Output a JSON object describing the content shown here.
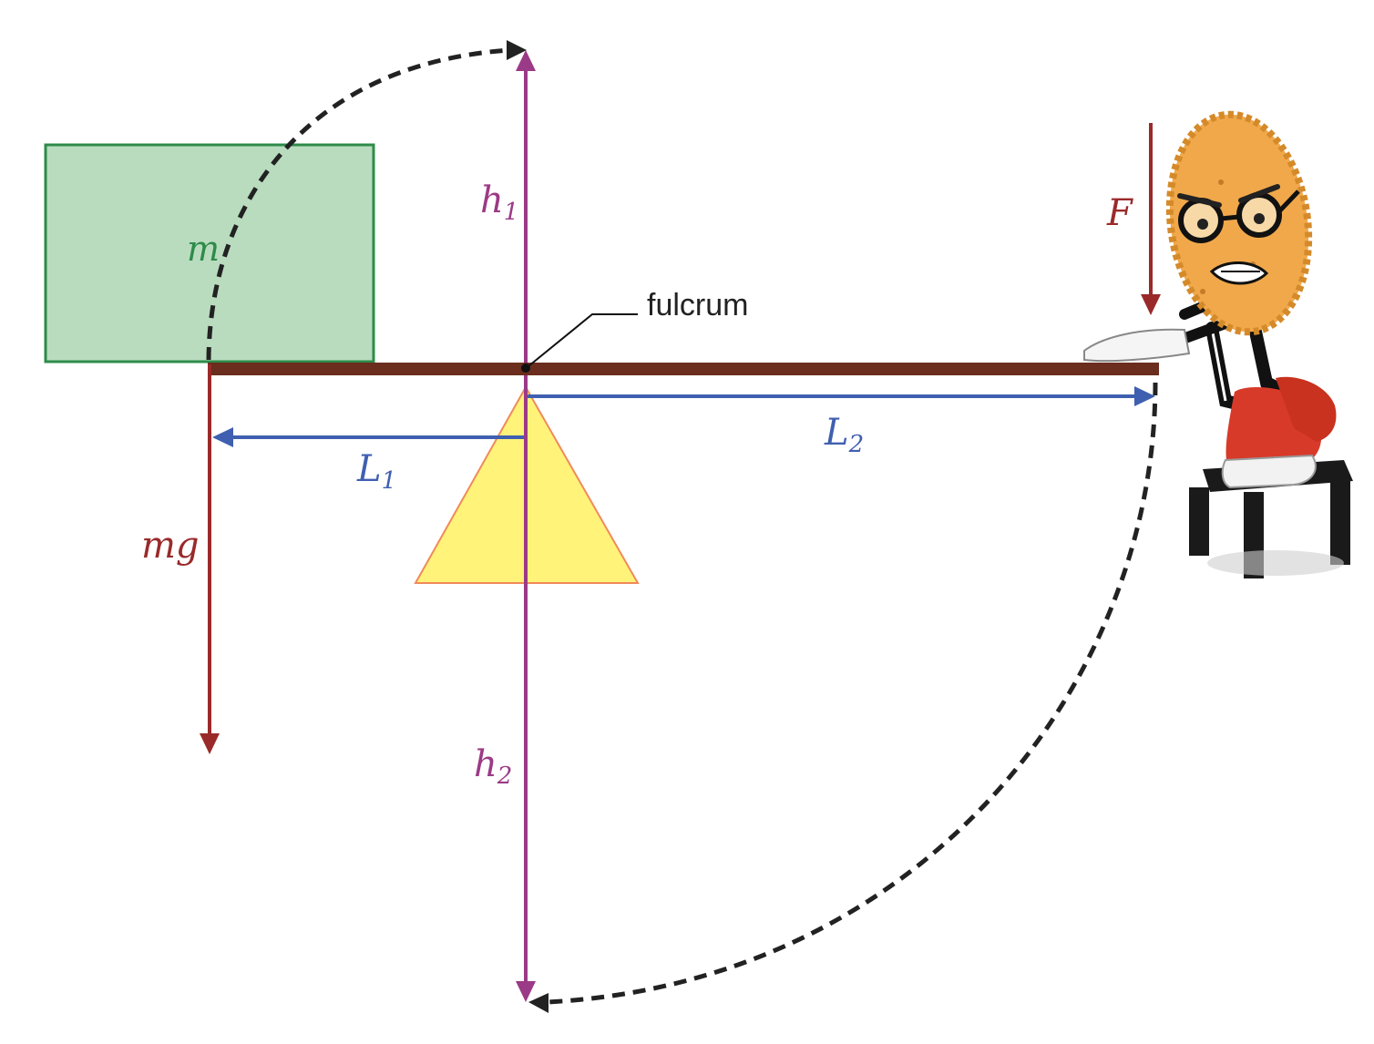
{
  "diagram": {
    "labels": {
      "mass": "m",
      "weight": "mg",
      "fulcrum": "fulcrum",
      "force": "F",
      "h1_main": "h",
      "h1_sub": "1",
      "h2_main": "h",
      "h2_sub": "2",
      "l1_main": "L",
      "l1_sub": "1",
      "l2_main": "L",
      "l2_sub": "2"
    },
    "colors": {
      "mass_box_fill": "#b9dcbf",
      "mass_box_stroke": "#2e8b4a",
      "mass_label": "#2e8b4a",
      "lever": "#6b2d1e",
      "fulcrum_fill": "#fff37a",
      "fulcrum_stroke": "#f08a5a",
      "height_axis": "#9b3a86",
      "length_arrows": "#3f5fb0",
      "force_arrows": "#9a2a2a",
      "dashed_arc": "#222222",
      "cookie": "#f0a84a",
      "shoe": "#d83a2a",
      "stool": "#1a1a1a"
    },
    "icons": [
      "cookie-character-icon",
      "stool-icon",
      "sneaker-icon",
      "glasses-icon"
    ]
  }
}
